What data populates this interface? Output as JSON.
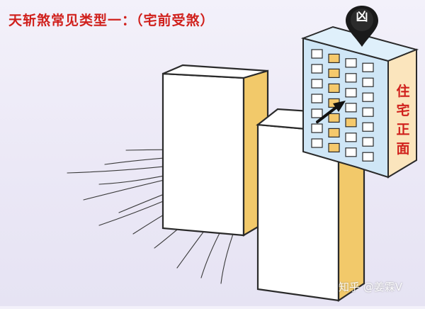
{
  "title": "天斩煞常见类型一：（宅前受煞）",
  "building_label": "住宅正面",
  "pin_symbol": "凶",
  "watermark": "知乎 @姜霖V",
  "colors": {
    "title_red": "#d0201c",
    "wall_white": "#ffffff",
    "wall_gold": "#f2c96a",
    "building_blue": "#cfe6f6",
    "building_side": "#fbe5bd",
    "window_gold": "#f5c96c"
  }
}
